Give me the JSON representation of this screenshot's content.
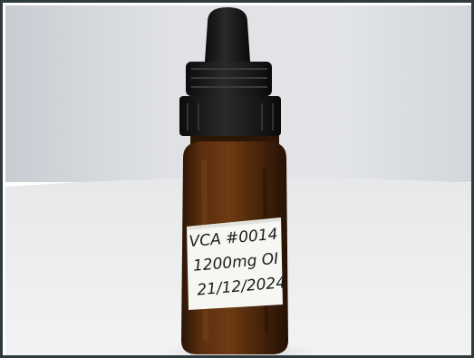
{
  "photo": {
    "label_lines": [
      "VCA #0014",
      "1200mg OI",
      "21/12/2024"
    ],
    "colors": {
      "backdrop": "#d9dbe0",
      "surface": "#eef0f2",
      "glass": "#4a250c",
      "cap": "#141414",
      "label": "#f6f6f2",
      "ink": "#1c1c1c"
    }
  }
}
